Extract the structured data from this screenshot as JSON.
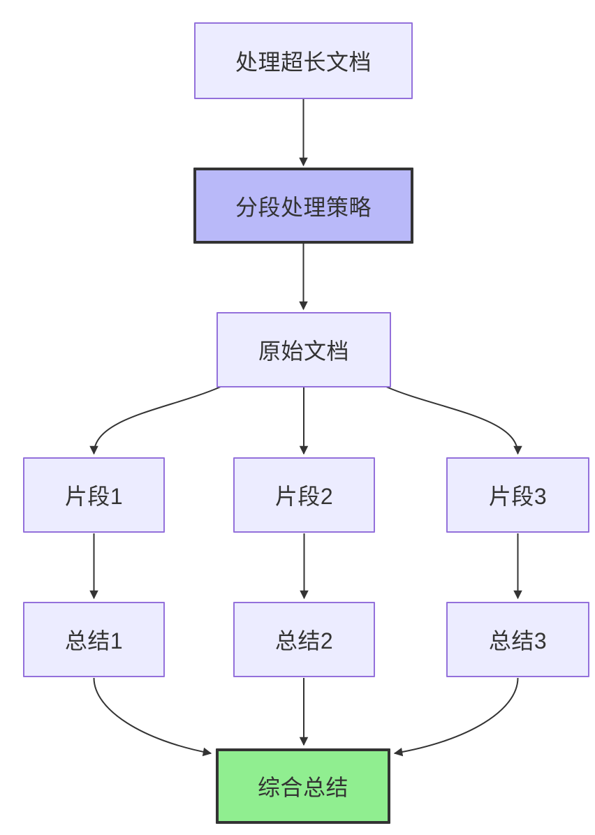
{
  "diagram": {
    "type": "flowchart",
    "direction": "top-down",
    "background": "#ffffff",
    "colors": {
      "node_fill": "#ececff",
      "node_border": "#9370db",
      "highlight_fill": "#b9b9f9",
      "result_fill": "#90ee90",
      "dark_border": "#333333",
      "edge_color": "#333333",
      "text_color": "#333333"
    },
    "nodes": [
      {
        "id": "handle-long-document",
        "label": "处理超长文档",
        "kind": "default"
      },
      {
        "id": "segmentation-strategy",
        "label": "分段处理策略",
        "kind": "highlight"
      },
      {
        "id": "original-document",
        "label": "原始文档",
        "kind": "default"
      },
      {
        "id": "segment-1",
        "label": "片段1",
        "kind": "default"
      },
      {
        "id": "segment-2",
        "label": "片段2",
        "kind": "default"
      },
      {
        "id": "segment-3",
        "label": "片段3",
        "kind": "default"
      },
      {
        "id": "summary-1",
        "label": "总结1",
        "kind": "default"
      },
      {
        "id": "summary-2",
        "label": "总结2",
        "kind": "default"
      },
      {
        "id": "summary-3",
        "label": "总结3",
        "kind": "default"
      },
      {
        "id": "final-summary",
        "label": "综合总结",
        "kind": "result"
      }
    ],
    "edges": [
      {
        "from": "handle-long-document",
        "to": "segmentation-strategy"
      },
      {
        "from": "segmentation-strategy",
        "to": "original-document"
      },
      {
        "from": "original-document",
        "to": "segment-1"
      },
      {
        "from": "original-document",
        "to": "segment-2"
      },
      {
        "from": "original-document",
        "to": "segment-3"
      },
      {
        "from": "segment-1",
        "to": "summary-1"
      },
      {
        "from": "segment-2",
        "to": "summary-2"
      },
      {
        "from": "segment-3",
        "to": "summary-3"
      },
      {
        "from": "summary-1",
        "to": "final-summary"
      },
      {
        "from": "summary-2",
        "to": "final-summary"
      },
      {
        "from": "summary-3",
        "to": "final-summary"
      }
    ]
  }
}
